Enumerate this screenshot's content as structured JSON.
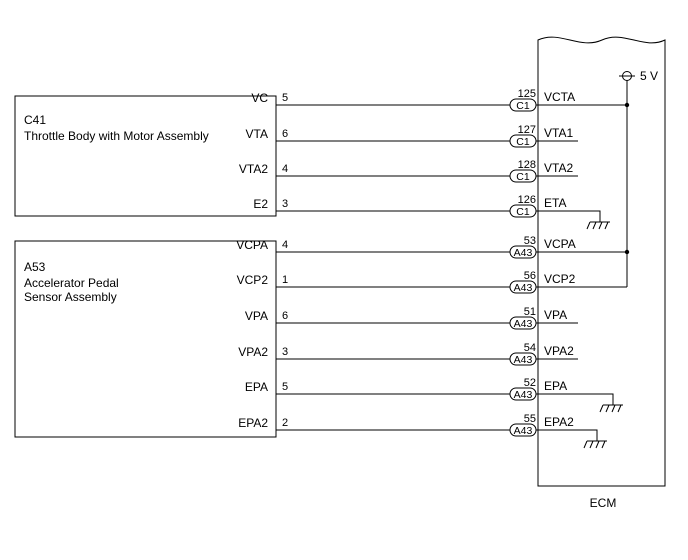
{
  "components": [
    {
      "code": "C41",
      "name_lines": [
        "Throttle Body with Motor Assembly"
      ]
    },
    {
      "code": "A53",
      "name_lines": [
        "Accelerator Pedal",
        "Sensor Assembly"
      ]
    }
  ],
  "ecm_label": "ECM",
  "supply_label": "5 V",
  "wires": [
    {
      "terminal": "VC",
      "pin": "5",
      "ecm_pin": "125",
      "connector": "C1",
      "ecm_terminal": "VCTA"
    },
    {
      "terminal": "VTA",
      "pin": "6",
      "ecm_pin": "127",
      "connector": "C1",
      "ecm_terminal": "VTA1"
    },
    {
      "terminal": "VTA2",
      "pin": "4",
      "ecm_pin": "128",
      "connector": "C1",
      "ecm_terminal": "VTA2"
    },
    {
      "terminal": "E2",
      "pin": "3",
      "ecm_pin": "126",
      "connector": "C1",
      "ecm_terminal": "ETA"
    },
    {
      "terminal": "VCPA",
      "pin": "4",
      "ecm_pin": "53",
      "connector": "A43",
      "ecm_terminal": "VCPA"
    },
    {
      "terminal": "VCP2",
      "pin": "1",
      "ecm_pin": "56",
      "connector": "A43",
      "ecm_terminal": "VCP2"
    },
    {
      "terminal": "VPA",
      "pin": "6",
      "ecm_pin": "51",
      "connector": "A43",
      "ecm_terminal": "VPA"
    },
    {
      "terminal": "VPA2",
      "pin": "3",
      "ecm_pin": "54",
      "connector": "A43",
      "ecm_terminal": "VPA2"
    },
    {
      "terminal": "EPA",
      "pin": "5",
      "ecm_pin": "52",
      "connector": "A43",
      "ecm_terminal": "EPA"
    },
    {
      "terminal": "EPA2",
      "pin": "2",
      "ecm_pin": "55",
      "connector": "A43",
      "ecm_terminal": "EPA2"
    }
  ]
}
